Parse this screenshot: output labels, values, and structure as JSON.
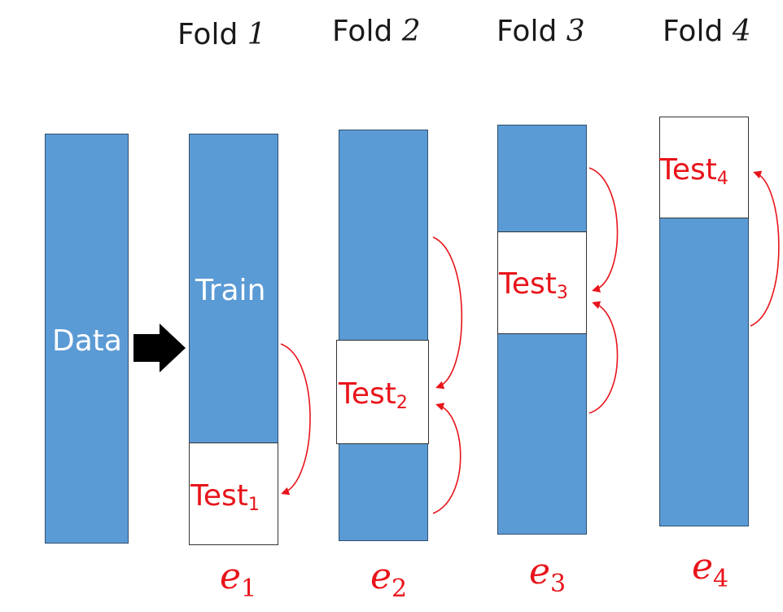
{
  "folds": [
    {
      "label": "Fold",
      "num": "1",
      "test": "Test",
      "test_sub": "1",
      "err": "e",
      "err_sub": "1"
    },
    {
      "label": "Fold",
      "num": "2",
      "test": "Test",
      "test_sub": "2",
      "err": "e",
      "err_sub": "2"
    },
    {
      "label": "Fold",
      "num": "3",
      "test": "Test",
      "test_sub": "3",
      "err": "e",
      "err_sub": "3"
    },
    {
      "label": "Fold",
      "num": "4",
      "test": "Test",
      "test_sub": "4",
      "err": "e",
      "err_sub": "4"
    }
  ],
  "data_label": "Data",
  "train_label": "Train",
  "colors": {
    "bar": "#5b9bd5",
    "test_text": "#e8141a",
    "arrow": "#000000"
  }
}
